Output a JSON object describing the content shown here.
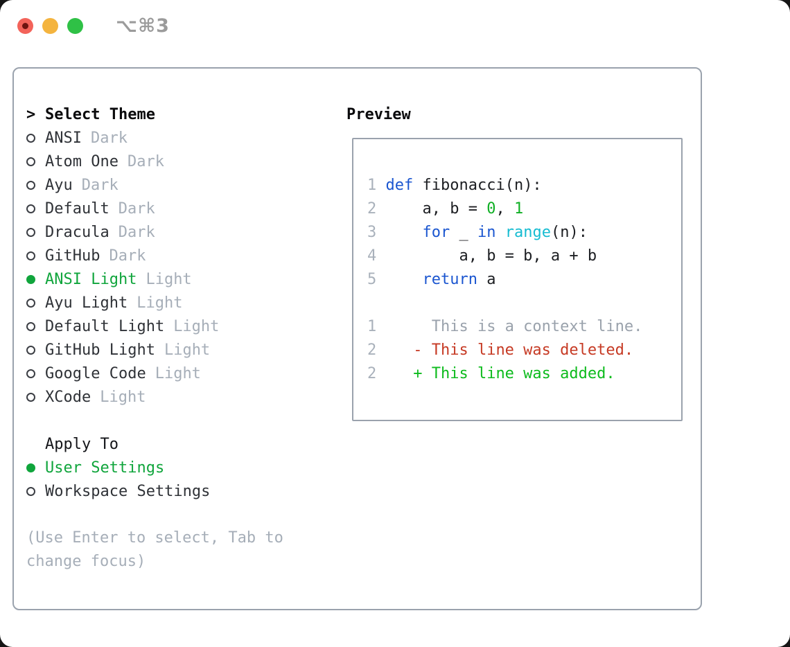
{
  "window": {
    "title": "⌥⌘3"
  },
  "theme_picker": {
    "caret": ">",
    "header": "Select Theme",
    "items": [
      {
        "name": "ANSI",
        "tag": "Dark",
        "selected": false
      },
      {
        "name": "Atom One",
        "tag": "Dark",
        "selected": false
      },
      {
        "name": "Ayu",
        "tag": "Dark",
        "selected": false
      },
      {
        "name": "Default",
        "tag": "Dark",
        "selected": false
      },
      {
        "name": "Dracula",
        "tag": "Dark",
        "selected": false
      },
      {
        "name": "GitHub",
        "tag": "Dark",
        "selected": false
      },
      {
        "name": "ANSI Light",
        "tag": "Light",
        "selected": true
      },
      {
        "name": "Ayu Light",
        "tag": "Light",
        "selected": false
      },
      {
        "name": "Default Light",
        "tag": "Light",
        "selected": false
      },
      {
        "name": "GitHub Light",
        "tag": "Light",
        "selected": false
      },
      {
        "name": "Google Code",
        "tag": "Light",
        "selected": false
      },
      {
        "name": "XCode",
        "tag": "Light",
        "selected": false
      }
    ]
  },
  "apply_to": {
    "header": "Apply To",
    "options": [
      {
        "label": "User Settings",
        "selected": true
      },
      {
        "label": "Workspace Settings",
        "selected": false
      }
    ]
  },
  "hint": "(Use Enter to select, Tab to change focus)",
  "preview": {
    "header": "Preview",
    "lines": [
      {
        "num": "1",
        "tokens": [
          [
            "def",
            "kw"
          ],
          [
            " fibonacci(n):",
            "plain"
          ]
        ]
      },
      {
        "num": "2",
        "tokens": [
          [
            "    a, b = ",
            "plain"
          ],
          [
            "0",
            "num"
          ],
          [
            ", ",
            "plain"
          ],
          [
            "1",
            "num"
          ]
        ]
      },
      {
        "num": "3",
        "tokens": [
          [
            "    ",
            "plain"
          ],
          [
            "for",
            "kw"
          ],
          [
            " _ ",
            "plain"
          ],
          [
            "in",
            "kw"
          ],
          [
            " ",
            "plain"
          ],
          [
            "range",
            "cyan"
          ],
          [
            "(n):",
            "plain"
          ]
        ]
      },
      {
        "num": "4",
        "tokens": [
          [
            "        a, b = b, a + b",
            "plain"
          ]
        ]
      },
      {
        "num": "5",
        "tokens": [
          [
            "    ",
            "plain"
          ],
          [
            "return",
            "kw"
          ],
          [
            " a",
            "plain"
          ]
        ]
      },
      {
        "blank": true
      },
      {
        "num": "1",
        "tokens": [
          [
            "     This is a context line.",
            "ctx"
          ]
        ]
      },
      {
        "num": "2",
        "tokens": [
          [
            "   - This line was deleted.",
            "del"
          ]
        ]
      },
      {
        "num": "2",
        "tokens": [
          [
            "   + This line was added.",
            "add"
          ]
        ]
      }
    ]
  },
  "colors": {
    "accent_green": "#10a53c",
    "diff_added": "#0dbb1d",
    "diff_deleted": "#c63a24",
    "keyword_blue": "#1b56d0",
    "builtin_cyan": "#16bcd1",
    "number_green": "#0faf24",
    "muted_gray": "#a6aeb8",
    "border_gray": "#9aa2ad",
    "traffic_red": "#f3635a",
    "traffic_yellow": "#f4b43f",
    "traffic_green": "#2fc146"
  }
}
